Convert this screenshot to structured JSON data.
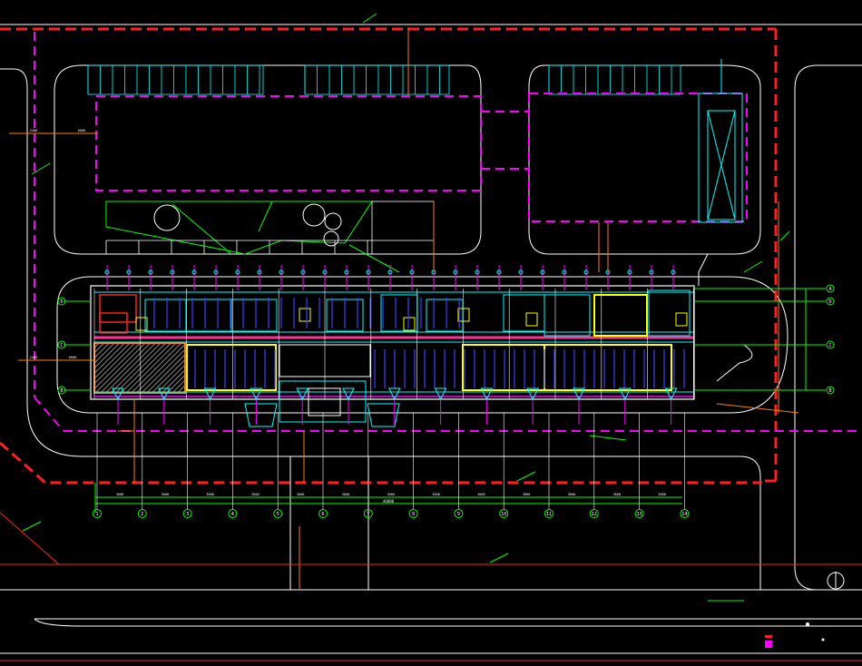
{
  "drawing": {
    "background": "#000000",
    "colors": {
      "red": "#ff2020",
      "magenta": "#ff00ff",
      "white": "#ffffff",
      "cyan": "#00ffff",
      "blue": "#2020ff",
      "yellow": "#ffff00",
      "green": "#00ff00",
      "orange": "#ff8000",
      "pink": "#ff3399",
      "hatch": "#808080"
    },
    "grid_numbers": [
      "1",
      "2",
      "3",
      "4",
      "5",
      "6",
      "7",
      "8",
      "9",
      "10",
      "11",
      "12",
      "13",
      "14"
    ],
    "row_letters": [
      "D",
      "C",
      "B",
      "A"
    ],
    "dims_bottom": [
      "3600",
      "3600",
      "3600",
      "3600",
      "3600",
      "3600",
      "3600",
      "3600",
      "3600",
      "3600",
      "3600",
      "3600",
      "3600"
    ],
    "total_dim": "46800",
    "side_dims": [
      "2400",
      "6600",
      "2400",
      "6600"
    ],
    "icons": [
      "north-arrow-icon",
      "tree-icon",
      "tree-icon",
      "tree-icon",
      "tree-icon"
    ]
  }
}
